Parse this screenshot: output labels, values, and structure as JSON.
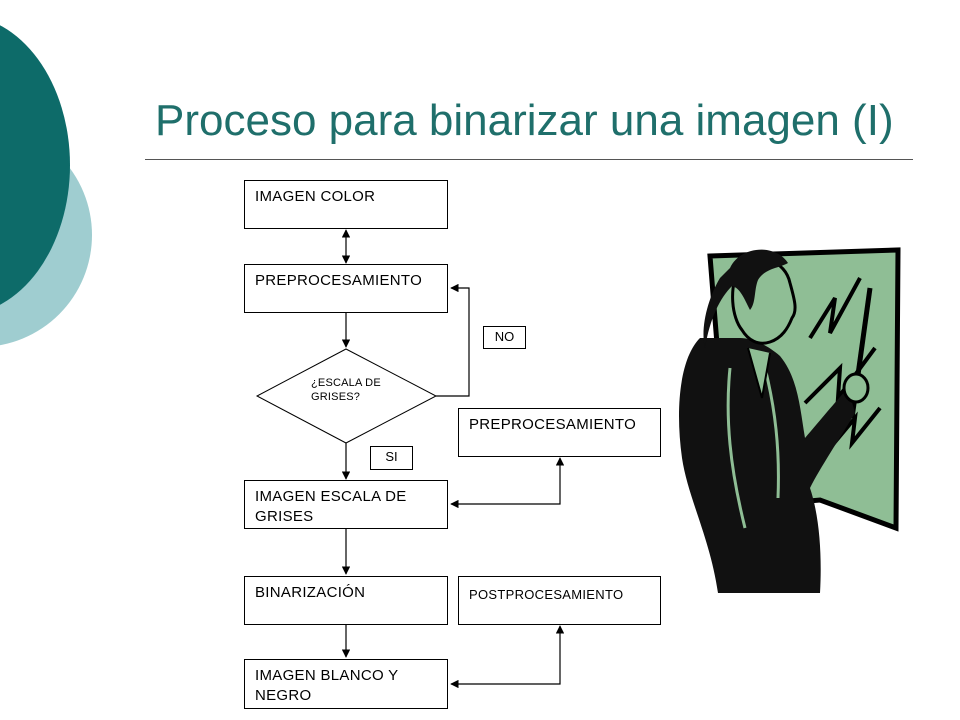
{
  "slide": {
    "title": "Proceso para binarizar una imagen (I)"
  },
  "flowchart": {
    "imagen_color": "IMAGEN COLOR",
    "preprocesamiento_1": "PREPROCESAMIENTO",
    "decision": "¿ESCALA DE GRISES?",
    "label_no": "NO",
    "label_si": "SI",
    "preprocesamiento_2": "PREPROCESAMIENTO",
    "imagen_escala_grises": "IMAGEN ESCALA DE GRISES",
    "binarizacion": "BINARIZACIÓN",
    "postprocesamiento": "POSTPROCESAMIENTO",
    "imagen_blanco_negro": "IMAGEN BLANCO Y NEGRO"
  },
  "colors": {
    "title": "#1f6f6b",
    "deco_dark": "#0d6b69",
    "deco_light": "#9fcdd0",
    "board_green": "#8fbe95"
  },
  "icons": {
    "illustration": "presenter-clipart-icon"
  }
}
